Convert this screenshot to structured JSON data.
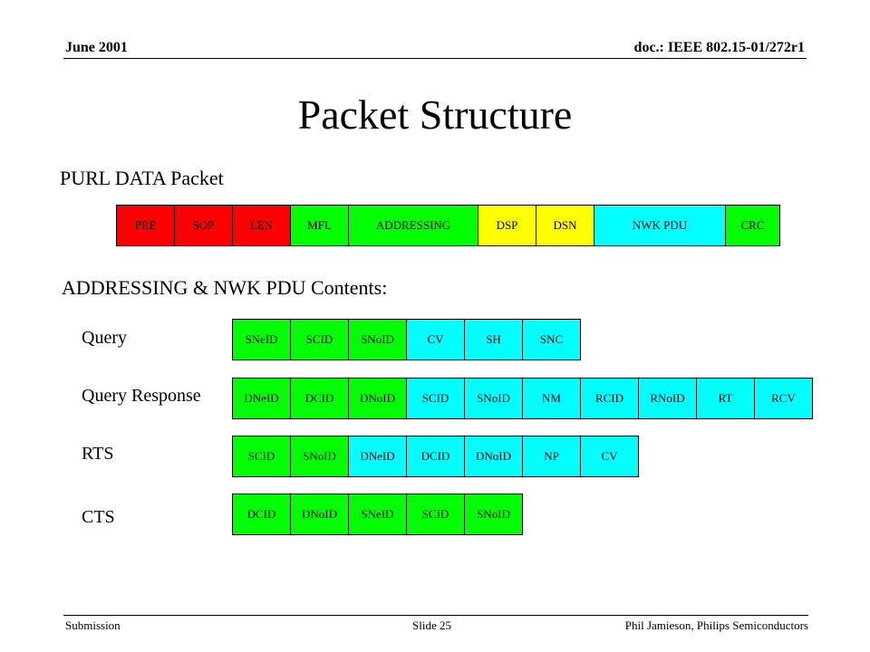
{
  "header": {
    "date": "June 2001",
    "doc_id": "doc.: IEEE 802.15-01/272r1"
  },
  "title": "Packet Structure",
  "purl": {
    "heading": "PURL DATA Packet",
    "cells": [
      {
        "label": "PRE",
        "color": "#ff0000"
      },
      {
        "label": "SOP",
        "color": "#ff0000"
      },
      {
        "label": "LEN",
        "color": "#ff0000"
      },
      {
        "label": "MFL",
        "color": "#00ff00"
      },
      {
        "label": "ADDRESSING",
        "color": "#00ff00"
      },
      {
        "label": "DSP",
        "color": "#ffff00"
      },
      {
        "label": "DSN",
        "color": "#ffff00"
      },
      {
        "label": "NWK PDU",
        "color": "#00ffff"
      },
      {
        "label": "CRC",
        "color": "#00ff00"
      }
    ]
  },
  "contents_heading": "ADDRESSING & NWK PDU Contents:",
  "rows": [
    {
      "label": "Query",
      "cells": [
        {
          "label": "SNeID",
          "color": "#00ff00"
        },
        {
          "label": "SCID",
          "color": "#00ff00"
        },
        {
          "label": "SNoID",
          "color": "#00ff00"
        },
        {
          "label": "CV",
          "color": "#00ffff"
        },
        {
          "label": "SH",
          "color": "#00ffff"
        },
        {
          "label": "SNC",
          "color": "#00ffff"
        }
      ]
    },
    {
      "label": "Query Response",
      "cells": [
        {
          "label": "DNeID",
          "color": "#00ff00"
        },
        {
          "label": "DCID",
          "color": "#00ff00"
        },
        {
          "label": "DNoID",
          "color": "#00ff00"
        },
        {
          "label": "SCID",
          "color": "#00ffff"
        },
        {
          "label": "SNoID",
          "color": "#00ffff"
        },
        {
          "label": "NM",
          "color": "#00ffff"
        },
        {
          "label": "RCID",
          "color": "#00ffff"
        },
        {
          "label": "RNoID",
          "color": "#00ffff"
        },
        {
          "label": "RT",
          "color": "#00ffff"
        },
        {
          "label": "RCV",
          "color": "#00ffff"
        }
      ]
    },
    {
      "label": "RTS",
      "cells": [
        {
          "label": "SCID",
          "color": "#00ff00"
        },
        {
          "label": "SNoID",
          "color": "#00ff00"
        },
        {
          "label": "DNeID",
          "color": "#00ffff"
        },
        {
          "label": "DCID",
          "color": "#00ffff"
        },
        {
          "label": "DNoID",
          "color": "#00ffff"
        },
        {
          "label": "NP",
          "color": "#00ffff"
        },
        {
          "label": "CV",
          "color": "#00ffff"
        }
      ]
    },
    {
      "label": "CTS",
      "cells": [
        {
          "label": "DCID",
          "color": "#00ff00"
        },
        {
          "label": "DNoID",
          "color": "#00ff00"
        },
        {
          "label": "SNeID",
          "color": "#00ff00"
        },
        {
          "label": "SCID",
          "color": "#00ff00"
        },
        {
          "label": "SNoID",
          "color": "#00ff00"
        }
      ]
    }
  ],
  "footer": {
    "left": "Submission",
    "center": "Slide 25",
    "right": "Phil Jamieson, Philips Semiconductors"
  }
}
